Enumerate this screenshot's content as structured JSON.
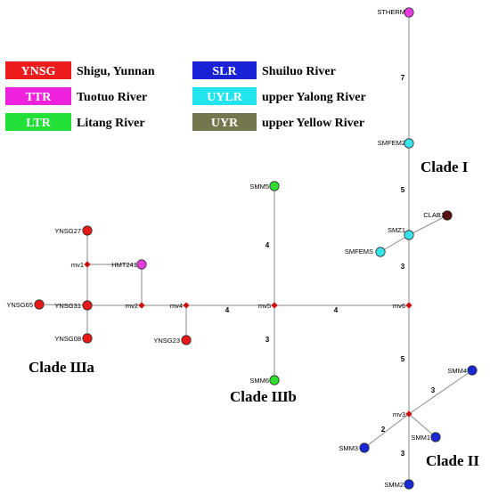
{
  "legend": [
    {
      "code": "YNSG",
      "label": "Shigu, Yunnan",
      "color": "#ee1c1c",
      "text_color": "#ffffff"
    },
    {
      "code": "SLR",
      "label": "Shuiluo River",
      "color": "#1a22d8",
      "text_color": "#ffffff"
    },
    {
      "code": "TTR",
      "label": "Tuotuo River",
      "color": "#ee22dd",
      "text_color": "#ffffff"
    },
    {
      "code": "UYLR",
      "label": "upper Yalong River",
      "color": "#22e4ee",
      "text_color": "#ffffff"
    },
    {
      "code": "LTR",
      "label": "Litang River",
      "color": "#22e038",
      "text_color": "#ffffff"
    },
    {
      "code": "UYR",
      "label": "upper Yellow River",
      "color": "#76764e",
      "text_color": "#ffffff"
    }
  ],
  "node_colors": {
    "YNSG": "#e81818",
    "SLR": "#1828d4",
    "TTR": "#e83ce0",
    "UYLR": "#38e4ec",
    "LTR": "#30dc30",
    "CLAB": "#5a0f0f",
    "median": "#cc1010"
  },
  "nodes": [
    {
      "id": "STHERM",
      "label": "STHERM",
      "group": "TTR"
    },
    {
      "id": "SMFEM2",
      "label": "SMFEM2",
      "group": "UYLR"
    },
    {
      "id": "SMZ1",
      "label": "SMZ1",
      "group": "UYLR"
    },
    {
      "id": "CLAB1",
      "label": "CLAB1",
      "group": "CLAB"
    },
    {
      "id": "SMFEMS",
      "label": "SMFEMS",
      "group": "UYLR"
    },
    {
      "id": "SMM5",
      "label": "SMM5",
      "group": "LTR"
    },
    {
      "id": "SMM6",
      "label": "SMM6",
      "group": "LTR"
    },
    {
      "id": "YNSG27",
      "label": "YNSG27",
      "group": "YNSG"
    },
    {
      "id": "YNSG65",
      "label": "YNSG65",
      "group": "YNSG"
    },
    {
      "id": "YNSG31",
      "label": "YNSG31",
      "group": "YNSG"
    },
    {
      "id": "YNSG08",
      "label": "YNSG08",
      "group": "YNSG"
    },
    {
      "id": "HMT241",
      "label": "HMT241",
      "group": "TTR"
    },
    {
      "id": "YNSG23",
      "label": "YNSG23",
      "group": "YNSG"
    },
    {
      "id": "SMM4",
      "label": "SMM4",
      "group": "SLR"
    },
    {
      "id": "SMM1",
      "label": "SMM1",
      "group": "SLR"
    },
    {
      "id": "SMM3",
      "label": "SMM3",
      "group": "SLR"
    },
    {
      "id": "SMM2",
      "label": "SMM2",
      "group": "SLR"
    },
    {
      "id": "mv1",
      "label": "mv1",
      "group": "median"
    },
    {
      "id": "mv2",
      "label": "mv2",
      "group": "median"
    },
    {
      "id": "mv3",
      "label": "mv3",
      "group": "median"
    },
    {
      "id": "mv4",
      "label": "mv4",
      "group": "median"
    },
    {
      "id": "mv5",
      "label": "mv5",
      "group": "median"
    },
    {
      "id": "mv6",
      "label": "mv6",
      "group": "median"
    }
  ],
  "edges": [
    {
      "from": "STHERM",
      "to": "SMFEM2",
      "label": "7"
    },
    {
      "from": "SMFEM2",
      "to": "SMZ1",
      "label": "5"
    },
    {
      "from": "SMZ1",
      "to": "CLAB1",
      "label": ""
    },
    {
      "from": "SMZ1",
      "to": "SMFEMS",
      "label": ""
    },
    {
      "from": "SMZ1",
      "to": "mv6",
      "label": "3"
    },
    {
      "from": "mv6",
      "to": "mv3",
      "label": "5"
    },
    {
      "from": "mv3",
      "to": "SMM4",
      "label": "3"
    },
    {
      "from": "mv3",
      "to": "SMM1",
      "label": ""
    },
    {
      "from": "mv3",
      "to": "SMM3",
      "label": "2"
    },
    {
      "from": "mv3",
      "to": "SMM2",
      "label": "3"
    },
    {
      "from": "mv5",
      "to": "mv6",
      "label": "4"
    },
    {
      "from": "mv5",
      "to": "SMM5",
      "label": "4"
    },
    {
      "from": "mv5",
      "to": "SMM6",
      "label": "3"
    },
    {
      "from": "mv4",
      "to": "mv5",
      "label": "4"
    },
    {
      "from": "mv4",
      "to": "YNSG23",
      "label": ""
    },
    {
      "from": "mv2",
      "to": "mv4",
      "label": ""
    },
    {
      "from": "mv2",
      "to": "HMT241",
      "label": ""
    },
    {
      "from": "YNSG31",
      "to": "mv2",
      "label": ""
    },
    {
      "from": "YNSG31",
      "to": "mv1",
      "label": ""
    },
    {
      "from": "mv1",
      "to": "YNSG27",
      "label": ""
    },
    {
      "from": "mv1",
      "to": "HMT241",
      "label": ""
    },
    {
      "from": "YNSG31",
      "to": "YNSG65",
      "label": ""
    },
    {
      "from": "YNSG31",
      "to": "YNSG08",
      "label": ""
    }
  ],
  "clades": [
    "Clade I",
    "Clade Шa",
    "Clade Шb",
    "Clade II"
  ]
}
